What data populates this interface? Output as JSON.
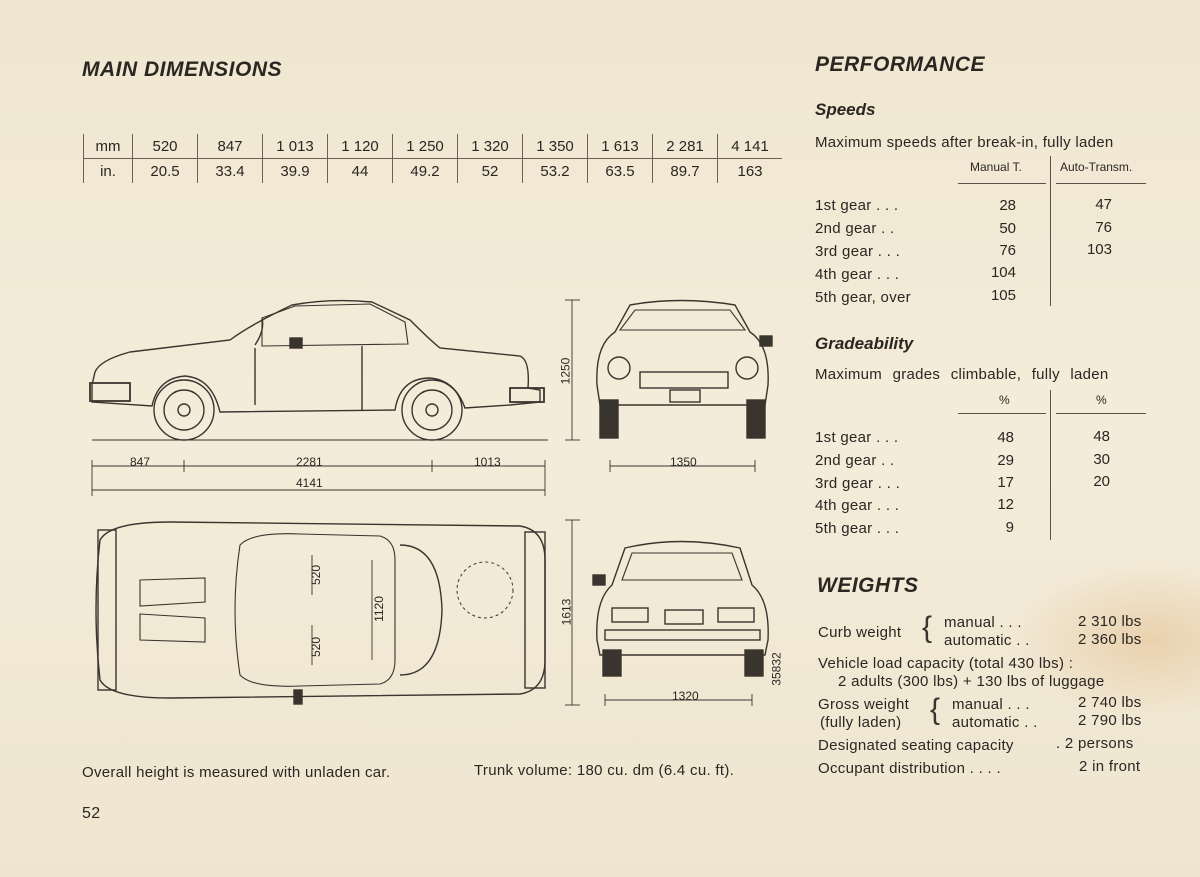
{
  "main": {
    "title": "MAIN DIMENSIONS",
    "table": {
      "mm_label": "mm",
      "in_label": "in.",
      "mm": [
        "520",
        "847",
        "1 013",
        "1 120",
        "1 250",
        "1 320",
        "1 350",
        "1 613",
        "2 281",
        "4 141"
      ],
      "in": [
        "20.5",
        "33.4",
        "39.9",
        "44",
        "49.2",
        "52",
        "53.2",
        "63.5",
        "89.7",
        "163"
      ]
    },
    "drawing_labels": {
      "d847": "847",
      "d2281": "2281",
      "d1013": "1013",
      "d4141": "4141",
      "d1250": "1250",
      "d1350": "1350",
      "d520a": "520",
      "d520b": "520",
      "d1120": "1120",
      "d1613": "1613",
      "d1320": "1320",
      "code": "35832"
    },
    "footer_left": "Overall height is measured with unladen car.",
    "footer_right": "Trunk volume: 180 cu. dm (6.4 cu. ft).",
    "page_number": "52"
  },
  "performance": {
    "title": "PERFORMANCE",
    "speeds": {
      "title": "Speeds",
      "subtitle": "Maximum speeds after break-in, fully laden",
      "col1": "Manual T.",
      "col2": "Auto-Transm.",
      "rows": [
        {
          "label": "1st gear . . .",
          "manual": "28",
          "auto": "47"
        },
        {
          "label": "2nd gear  . .",
          "manual": "50",
          "auto": "76"
        },
        {
          "label": "3rd gear . . .",
          "manual": "76",
          "auto": "103"
        },
        {
          "label": "4th gear . . .",
          "manual": "104",
          "auto": ""
        },
        {
          "label": "5th gear, over",
          "manual": "105",
          "auto": ""
        }
      ]
    },
    "grade": {
      "title": "Gradeability",
      "subtitle": "Maximum grades climbable, fully laden",
      "col1": "%",
      "col2": "%",
      "rows": [
        {
          "label": "1st gear . . .",
          "manual": "48",
          "auto": "48"
        },
        {
          "label": "2nd gear  . .",
          "manual": "29",
          "auto": "30"
        },
        {
          "label": "3rd gear . . .",
          "manual": "17",
          "auto": "20"
        },
        {
          "label": "4th gear . . .",
          "manual": "12",
          "auto": ""
        },
        {
          "label": "5th gear . . .",
          "manual": "9",
          "auto": ""
        }
      ]
    }
  },
  "weights": {
    "title": "WEIGHTS",
    "curb_label": "Curb weight",
    "curb_manual": "manual . . .",
    "curb_manual_val": "2 310 lbs",
    "curb_auto": "automatic . .",
    "curb_auto_val": "2 360 lbs",
    "load_line1": "Vehicle load capacity (total 430 lbs) :",
    "load_line2": "2 adults (300 lbs) + 130 lbs of luggage",
    "gross_label1": "Gross weight",
    "gross_label2": "(fully laden)",
    "gross_manual": "manual . . .",
    "gross_manual_val": "2 740 lbs",
    "gross_auto": "automatic . .",
    "gross_auto_val": "2 790 lbs",
    "seating_label": "Designated seating capacity",
    "seating_val": ". 2 persons",
    "occupant_label": "Occupant distribution . . . .",
    "occupant_val": "2 in front"
  }
}
